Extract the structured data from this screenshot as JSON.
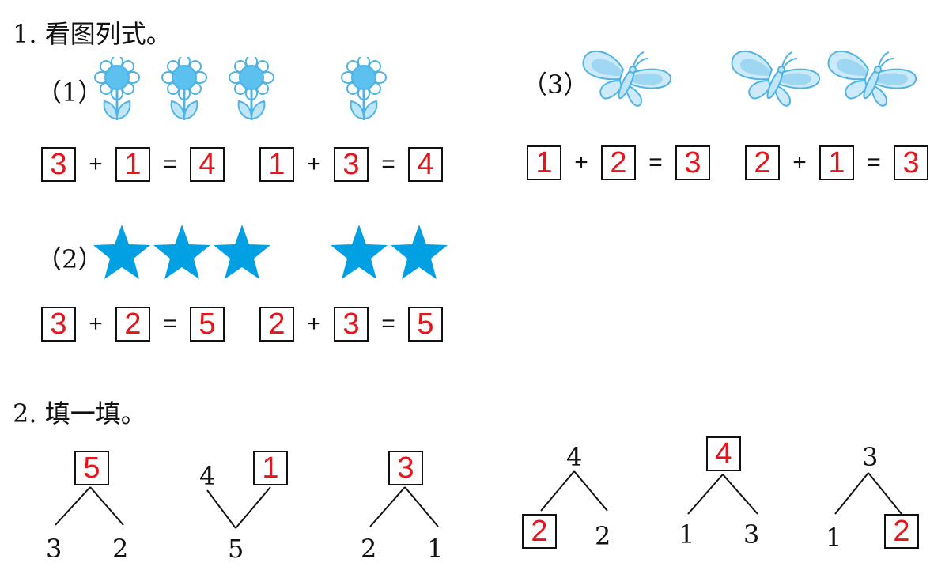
{
  "q1": {
    "title": "1. 看图列式。",
    "parts": [
      {
        "label": "（1）",
        "picture": "flower",
        "equations": [
          [
            "3",
            "+",
            "1",
            "=",
            "4"
          ],
          [
            "1",
            "+",
            "3",
            "=",
            "4"
          ]
        ]
      },
      {
        "label": "（2）",
        "picture": "star",
        "equations": [
          [
            "3",
            "+",
            "2",
            "=",
            "5"
          ],
          [
            "2",
            "+",
            "3",
            "=",
            "5"
          ]
        ]
      },
      {
        "label": "（3）",
        "picture": "butterfly",
        "equations": [
          [
            "1",
            "+",
            "2",
            "=",
            "3"
          ],
          [
            "2",
            "+",
            "1",
            "=",
            "3"
          ]
        ]
      }
    ]
  },
  "q2": {
    "title": "2. 填一填。",
    "trees": [
      {
        "top": "5",
        "left": "3",
        "right": "2"
      },
      {
        "left": "4",
        "right": "1",
        "bottom": "5"
      },
      {
        "top": "3",
        "left": "2",
        "right": "1"
      },
      {
        "top": "4",
        "left": "2",
        "right": "2"
      },
      {
        "top": "4",
        "left": "1",
        "right": "3"
      },
      {
        "top": "3",
        "left": "1",
        "right": "2"
      }
    ]
  },
  "colors": {
    "answer": "#e8141c",
    "flower": "#5cc1ef",
    "star": "#00a0e3",
    "butterfly": "#9fd7f3"
  }
}
